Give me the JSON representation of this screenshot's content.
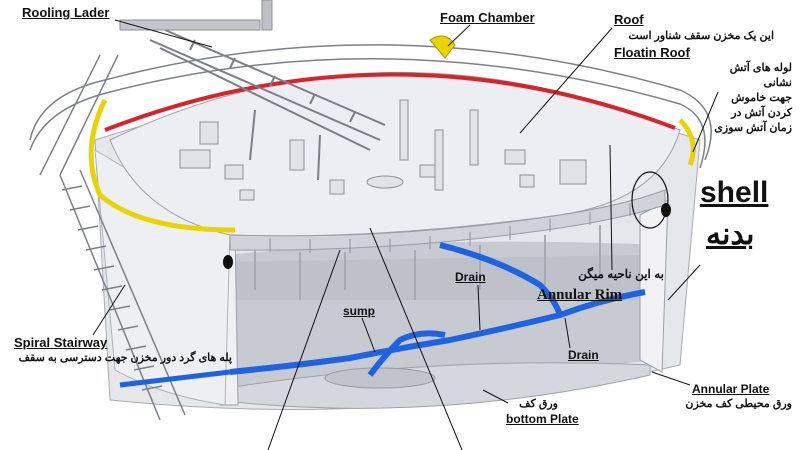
{
  "labels": {
    "rooling_lader": "Rooling Lader",
    "foam_chamber": "Foam Chamber",
    "roof": "Roof",
    "roof_fa": "این یک مخزن سقف شناور است",
    "floating_roof": "Floatin Roof",
    "fire_pipes_fa": [
      "لوله های آتش",
      "نشانی",
      "جهت خاموش",
      "کردن آتش در",
      "زمان آتش سوزی"
    ],
    "shell": "shell",
    "shell_fa": "بدنه",
    "annular_rim_fa": "به این ناحیه میگن",
    "annular_rim": "Annular Rim",
    "drain": "Drain",
    "drain2": "Drain",
    "sump": "sump",
    "spiral_stairway": "Spiral Stairway",
    "spiral_stairway_fa": "پله های گرد دور مخزن جهت دسترسی به سقف",
    "annular_plate": "Annular Plate",
    "annular_plate_fa": "ورق محیطی کف مخزن",
    "bottom_plate_fa": "ورق کف",
    "bottom_plate": "bottom Plate"
  },
  "colors": {
    "pipe_blue": "#1f63e0",
    "foam_yellow": "#e8d400",
    "seal_red": "#d8232a",
    "steel": "#dcdde3"
  }
}
